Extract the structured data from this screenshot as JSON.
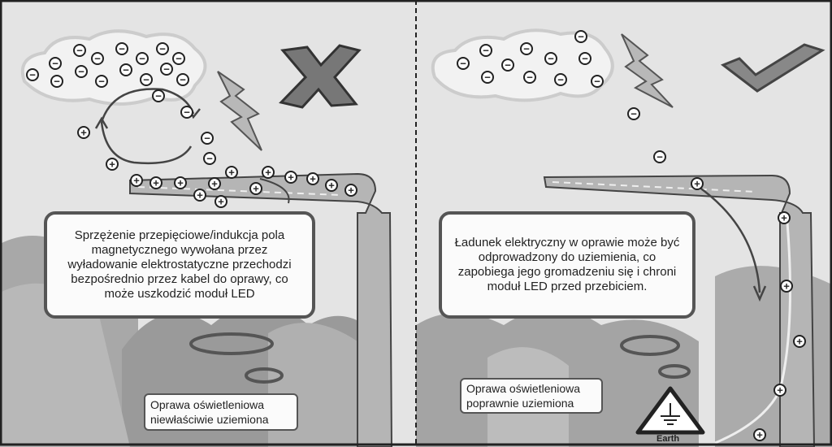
{
  "left_panel": {
    "title_box": "Sprzężenie przepięciowe/indukcja pola magnetycznego wywołana przez wyładowanie elektrostatyczne przechodzi bezpośrednio przez kabel do oprawy, co może uszkodzić moduł LED",
    "label": "Oprawa oświetleniowa niewłaściwie uziemiona",
    "status_icon": "x-mark-icon"
  },
  "right_panel": {
    "title_box": "Ładunek elektryczny w oprawie może być odprowadzony do uziemienia, co zapobiega jego gromadzeniu się i chroni moduł LED przed przebiciem.",
    "label": "Oprawa oświetleniowa poprawnie uziemiona",
    "status_icon": "checkmark-icon",
    "earth_sign_label": "Earth"
  },
  "symbols": {
    "minus": "−",
    "plus": "+"
  },
  "colors": {
    "background": "#e4e4e4",
    "tree_dark": "#9a9a9a",
    "tree_light": "#bdbdbd",
    "lamp": "#b5b5b5",
    "outline": "#444444"
  }
}
